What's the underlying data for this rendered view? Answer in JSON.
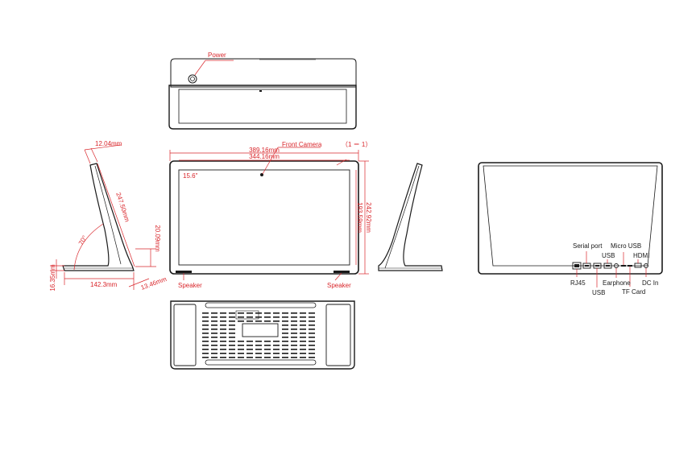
{
  "labels": {
    "power": "Power",
    "front_camera": "Front Camera",
    "ghost_note": "（1 ＝ 1）",
    "screen_size": "15.6\"",
    "speaker_left": "Speaker",
    "speaker_right": "Speaker",
    "serial_port": "Serial port",
    "micro_usb": "Micro USB",
    "usb_top": "USB",
    "hdmi": "HDMI",
    "rj45": "RJ45",
    "usb_bottom": "USB",
    "earphone": "Earphone",
    "dc_in": "DC In",
    "tf_card": "TF Card"
  },
  "dimensions": {
    "outer_width": "389.16mm",
    "screen_width": "344.16mm",
    "outer_height": "242.92mm",
    "screen_height": "193.59mm",
    "top_thickness": "12.04mm",
    "stand_length": "247.50mm",
    "stand_angle": "70°",
    "stand_height": "20.09mm",
    "base_depth": "142.3mm",
    "base_thickness": "16.35mm",
    "base_lip": "13.46mm"
  },
  "colors": {
    "annotation": "#d9262b",
    "outline": "#1a1a1a"
  }
}
